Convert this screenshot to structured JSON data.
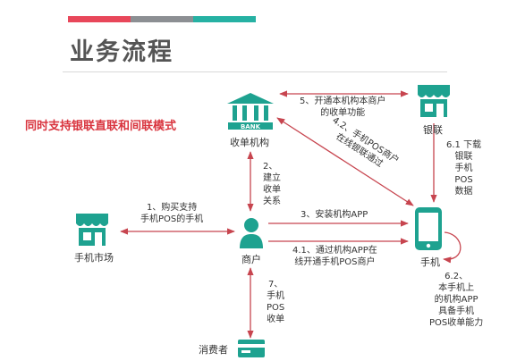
{
  "title": "业务流程",
  "subtitle": "同时支持银联直联和间联模式",
  "colors": {
    "accent_red": "#e8475a",
    "accent_gray": "#8c8f93",
    "accent_teal": "#26b1a3",
    "arrow": "#c7454f",
    "icon": "#1ea290"
  },
  "nodes": {
    "bank": {
      "logo_text": "BANK",
      "label": "收单机构"
    },
    "unionpay": {
      "label": "银联"
    },
    "phone_market": {
      "label": "手机市场"
    },
    "merchant": {
      "label": "商户"
    },
    "phone": {
      "label": "手机"
    },
    "consumer": {
      "label": "消费者"
    }
  },
  "steps": {
    "s1": [
      "1、购买支持",
      "手机POS的手机"
    ],
    "s2": [
      "2、",
      "建立",
      "收单",
      "关系"
    ],
    "s3": [
      "3、安装机构APP"
    ],
    "s41": [
      "4.1、通过机构APP在",
      "线开通手机POS商户"
    ],
    "s42": [
      "4.2、手机POS商户",
      "在线银联通过"
    ],
    "s5": [
      "5、开通本机构本商户",
      "的收单功能"
    ],
    "s61": [
      "6.1 下载",
      "银联",
      "手机",
      "POS",
      "数据"
    ],
    "s62": [
      "6.2、",
      "本手机上",
      "的机构APP",
      "具备手机",
      "POS收单能力"
    ],
    "s7": [
      "7、",
      "手机",
      "POS",
      "收单"
    ]
  }
}
